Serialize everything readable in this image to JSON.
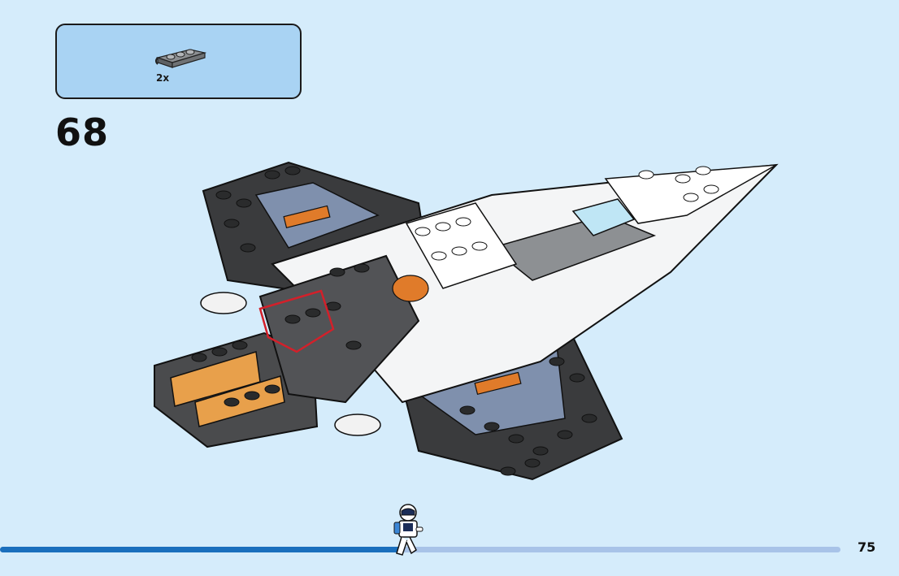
{
  "parts_callout": {
    "quantity": "2x",
    "part_icon": "grey-plate-with-clip-icon"
  },
  "step": {
    "number": "68"
  },
  "progress": {
    "fraction": 0.48
  },
  "page": {
    "number": "75"
  },
  "colors": {
    "background": "#d5ecfb",
    "callout": "#a9d3f3",
    "progress_fill": "#1a6fbd",
    "progress_track": "#a8c3e8",
    "highlight": "#d3202a"
  }
}
